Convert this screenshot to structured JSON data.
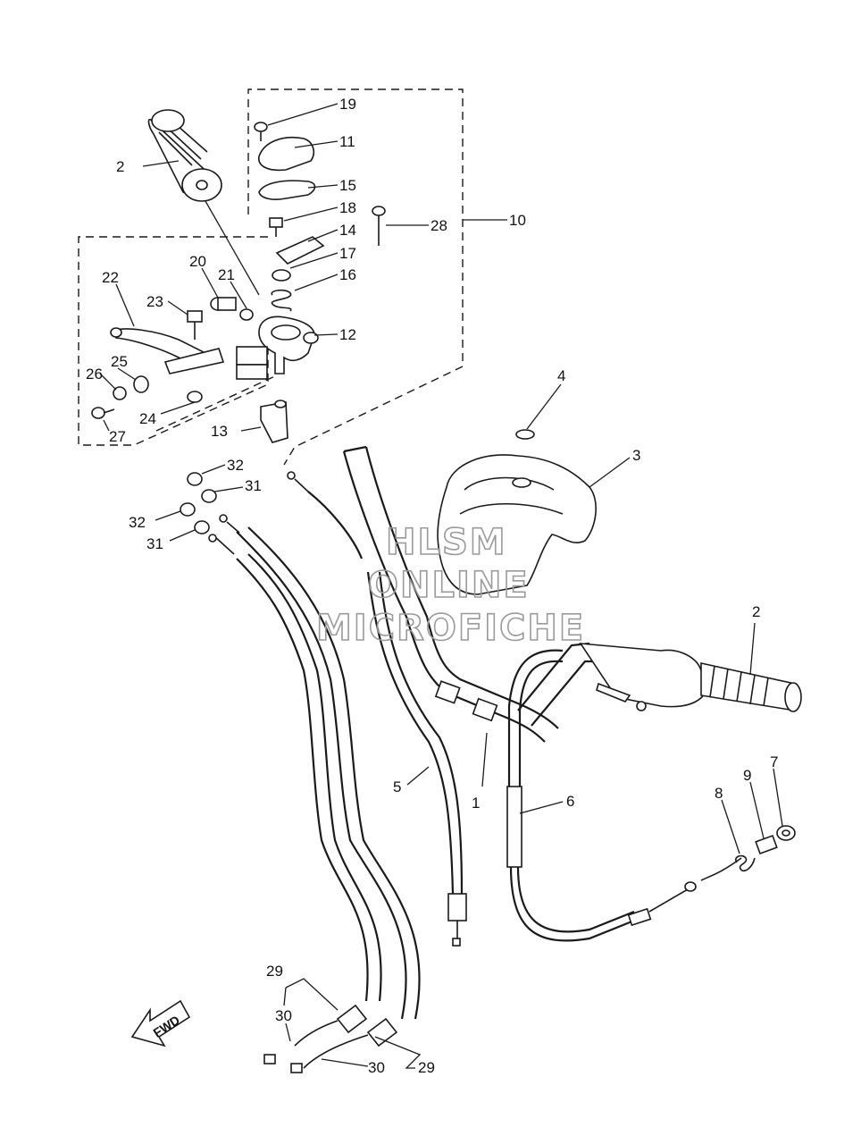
{
  "watermark": {
    "line1": "HLSM",
    "line2": "ONLINE",
    "line3": "MICROFICHE"
  },
  "direction_label": "FWD",
  "callouts": {
    "c1": "1",
    "c2a": "2",
    "c2b": "2",
    "c3": "3",
    "c4": "4",
    "c5": "5",
    "c6": "6",
    "c7": "7",
    "c8": "8",
    "c9": "9",
    "c10": "10",
    "c11": "11",
    "c12": "12",
    "c13": "13",
    "c14": "14",
    "c15": "15",
    "c16": "16",
    "c17": "17",
    "c18": "18",
    "c19": "19",
    "c20": "20",
    "c21": "21",
    "c22": "22",
    "c23": "23",
    "c24": "24",
    "c25": "25",
    "c26": "26",
    "c27": "27",
    "c28": "28",
    "c29a": "29",
    "c29b": "29",
    "c30a": "30",
    "c30b": "30",
    "c31a": "31",
    "c31b": "31",
    "c32a": "32",
    "c32b": "32"
  },
  "colors": {
    "line": "#1a1a1a",
    "watermark": "#9a9a9a",
    "background": "#ffffff"
  }
}
